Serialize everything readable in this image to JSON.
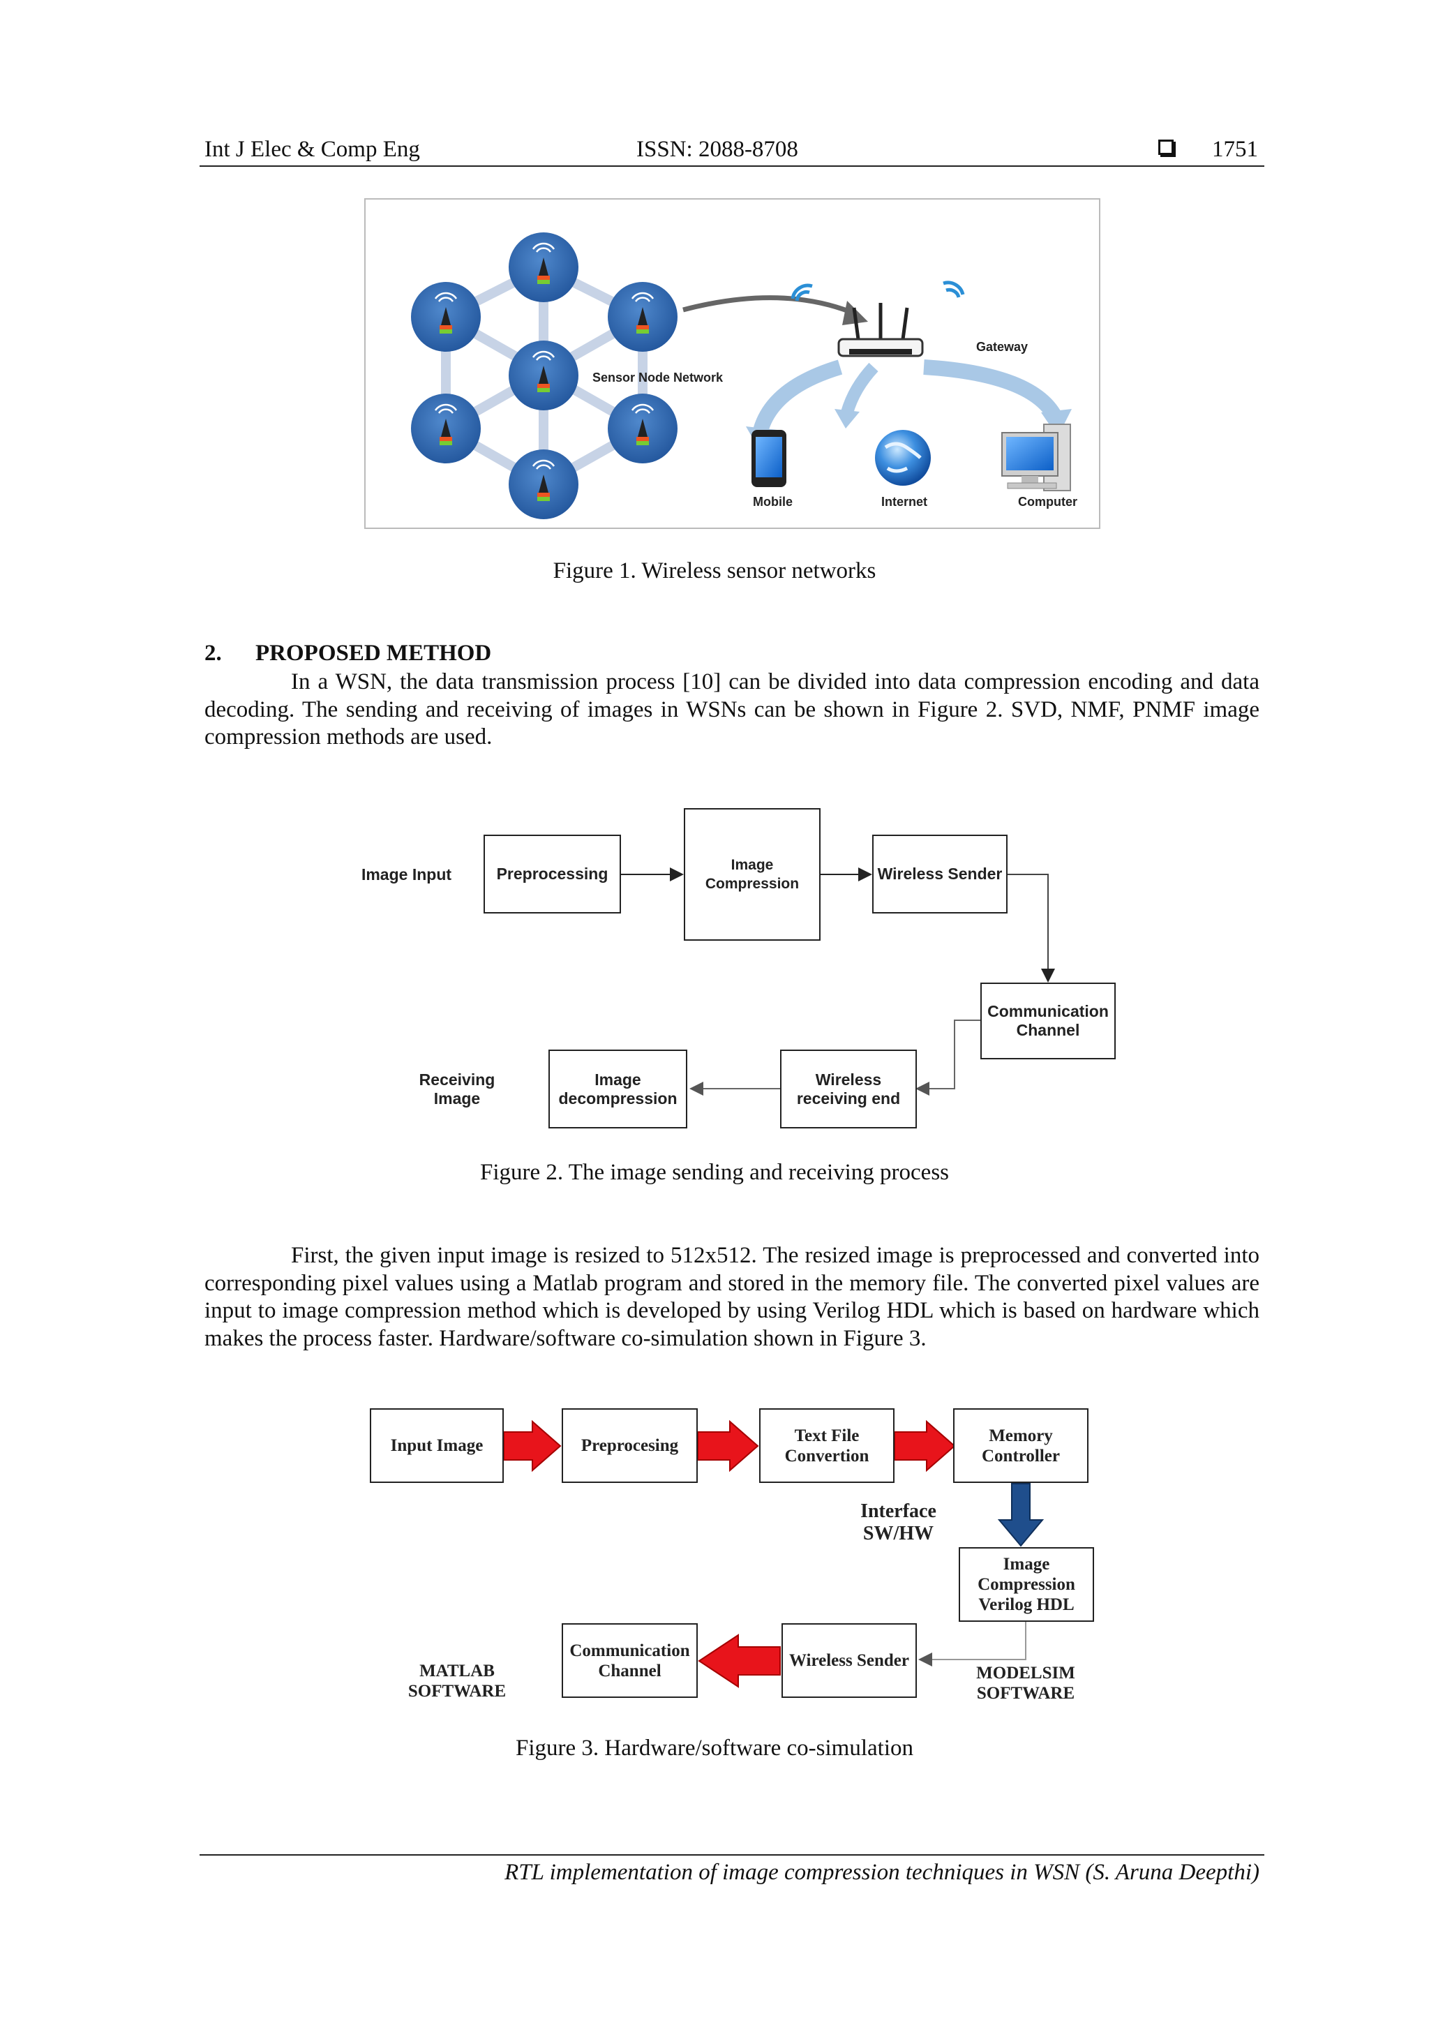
{
  "header": {
    "journal": "Int J Elec & Comp Eng",
    "issn": "ISSN: 2088-8708",
    "page_number": "1751"
  },
  "figure1": {
    "labels": {
      "network": "Sensor Node Network",
      "gateway": "Gateway",
      "mobile": "Mobile",
      "internet": "Internet",
      "computer": "Computer"
    },
    "caption": "Figure 1. Wireless sensor networks"
  },
  "section": {
    "number": "2.",
    "title": "PROPOSED METHOD",
    "paragraph1": "In a WSN, the data transmission process [10] can be divided into data compression encoding and data decoding. The sending and receiving of images in WSNs can be shown in Figure 2. SVD, NMF, PNMF image compression methods are used."
  },
  "figure2": {
    "image_input": "Image Input",
    "preprocessing": "Preprocessing",
    "image_compression_1": "Image",
    "image_compression_2": "Compression",
    "wireless_sender": "Wireless Sender",
    "comm_channel_1": "Communication",
    "comm_channel_2": "Channel",
    "wireless_receiving_1": "Wireless",
    "wireless_receiving_2": "receiving end",
    "image_decompression_1": "Image",
    "image_decompression_2": "decompression",
    "receiving_image_1": "Receiving",
    "receiving_image_2": "Image",
    "caption": "Figure 2. The image sending and receiving process"
  },
  "paragraph2": "First, the given input image is resized to 512x512. The resized image is preprocessed and converted into corresponding pixel values using a Matlab program and stored in the memory file. The converted pixel values are input to image compression method which is developed by using Verilog HDL which is based on hardware which makes the process faster. Hardware/software co-simulation shown in Figure 3.",
  "figure3": {
    "input_image": "Input Image",
    "preprocesing": "Preprocesing",
    "text_file_1": "Text File",
    "text_file_2": "Convertion",
    "memory_1": "Memory",
    "memory_2": "Controller",
    "interface_1": "Interface",
    "interface_2": "SW/HW",
    "compression_1": "Image",
    "compression_2": "Compression",
    "compression_3": "Verilog HDL",
    "wireless_sender": "Wireless Sender",
    "comm_1": "Communication",
    "comm_2": "Channel",
    "matlab_1": "MATLAB",
    "matlab_2": "SOFTWARE",
    "modelsim_1": "MODELSIM",
    "modelsim_2": "SOFTWARE",
    "caption": "Figure 3. Hardware/software co-simulation",
    "colors": {
      "arrow_red": "#e8141b",
      "arrow_blue": "#1f4e8c"
    }
  },
  "footer": {
    "text": "RTL implementation of image compression techniques in WSN (S. Aruna Deepthi)"
  }
}
